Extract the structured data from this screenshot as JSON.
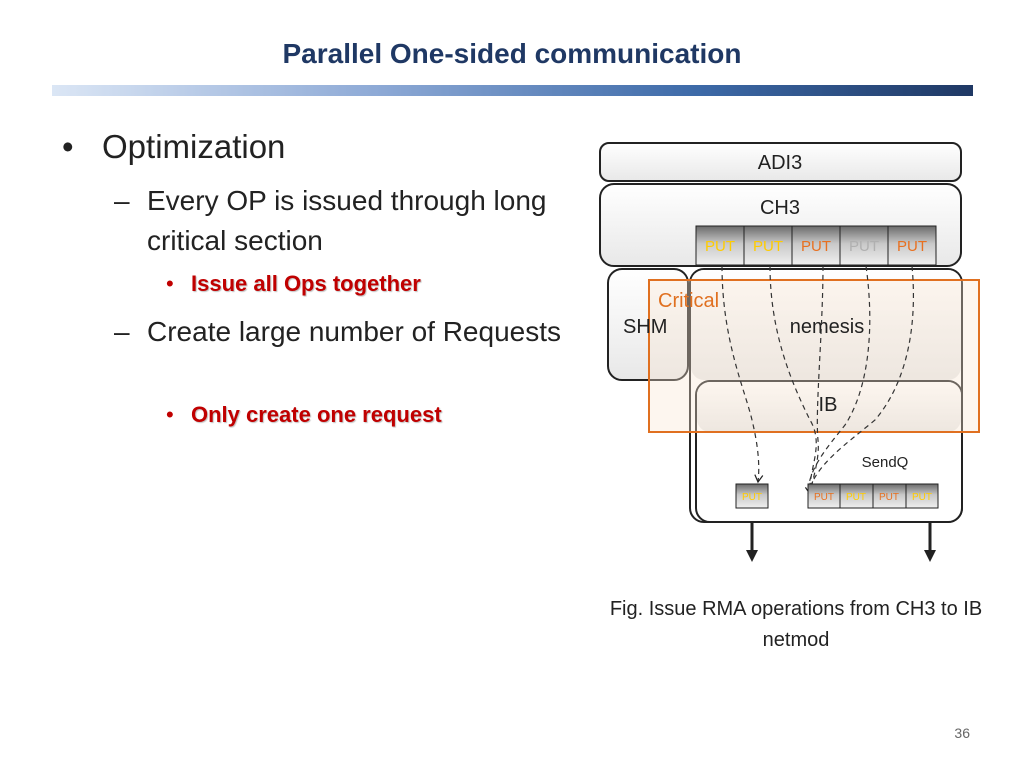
{
  "title": "Parallel One-sided communication",
  "bullets": {
    "l1": "Optimization",
    "l2a": "Every OP is issued through long critical section",
    "l3a": "Issue all Ops together",
    "l2b": "Create large number of Requests",
    "l3b": "Only create one request",
    "dot": "•",
    "dash": "–"
  },
  "diagram": {
    "adi3": "ADI3",
    "ch3": "CH3",
    "shm": "SHM",
    "nemesis": "nemesis",
    "ib": "IB",
    "critical": "Critical",
    "sendq": "SendQ",
    "ch3_ops": [
      "PUT",
      "PUT",
      "PUT",
      "PUT",
      "PUT"
    ],
    "left_op": "PUT",
    "right_ops": [
      "PUT",
      "PUT",
      "PUT",
      "PUT"
    ],
    "colors": {
      "critical_border": "#e07020",
      "put_yellow": "#ffcc00",
      "put_orange": "#e87020",
      "put_gray": "#b0b0b0"
    }
  },
  "caption": "Fig. Issue RMA operations from CH3 to IB netmod",
  "page_number": "36"
}
